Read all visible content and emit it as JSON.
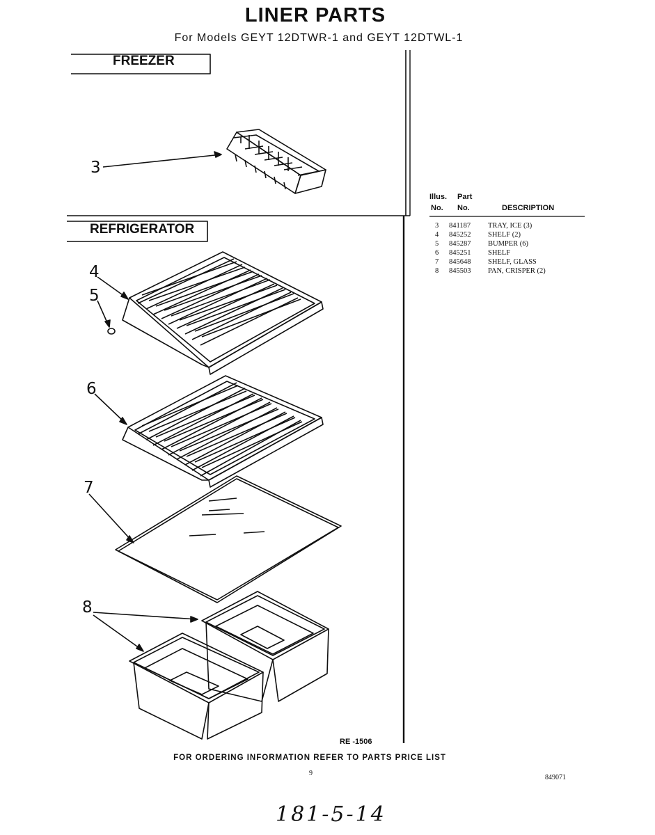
{
  "header": {
    "title": "LINER PARTS",
    "subtitle": "For Models GEYT 12DTWR-1 and GEYT 12DTWL-1"
  },
  "sections": {
    "freezer": "FREEZER",
    "refrigerator": "REFRIGERATOR"
  },
  "callouts": [
    "3",
    "4",
    "5",
    "6",
    "7",
    "8"
  ],
  "parts_table": {
    "header_row1": [
      "Illus.",
      "Part"
    ],
    "header_row2": [
      "No.",
      "No.",
      "DESCRIPTION"
    ],
    "rows": [
      {
        "illus": "3",
        "part": "841187",
        "desc": "TRAY, ICE (3)"
      },
      {
        "illus": "4",
        "part": "845252",
        "desc": "SHELF (2)"
      },
      {
        "illus": "5",
        "part": "845287",
        "desc": "BUMPER (6)"
      },
      {
        "illus": "6",
        "part": "845251",
        "desc": "SHELF"
      },
      {
        "illus": "7",
        "part": "845648",
        "desc": "SHELF, GLASS"
      },
      {
        "illus": "8",
        "part": "845503",
        "desc": "PAN, CRISPER (2)"
      }
    ]
  },
  "footer": {
    "ref_code": "RE -1506",
    "ordering_note": "FOR ORDERING INFORMATION REFER TO PARTS PRICE LIST",
    "page_number": "9",
    "doc_number": "849071",
    "handwritten": "181-5-14"
  }
}
